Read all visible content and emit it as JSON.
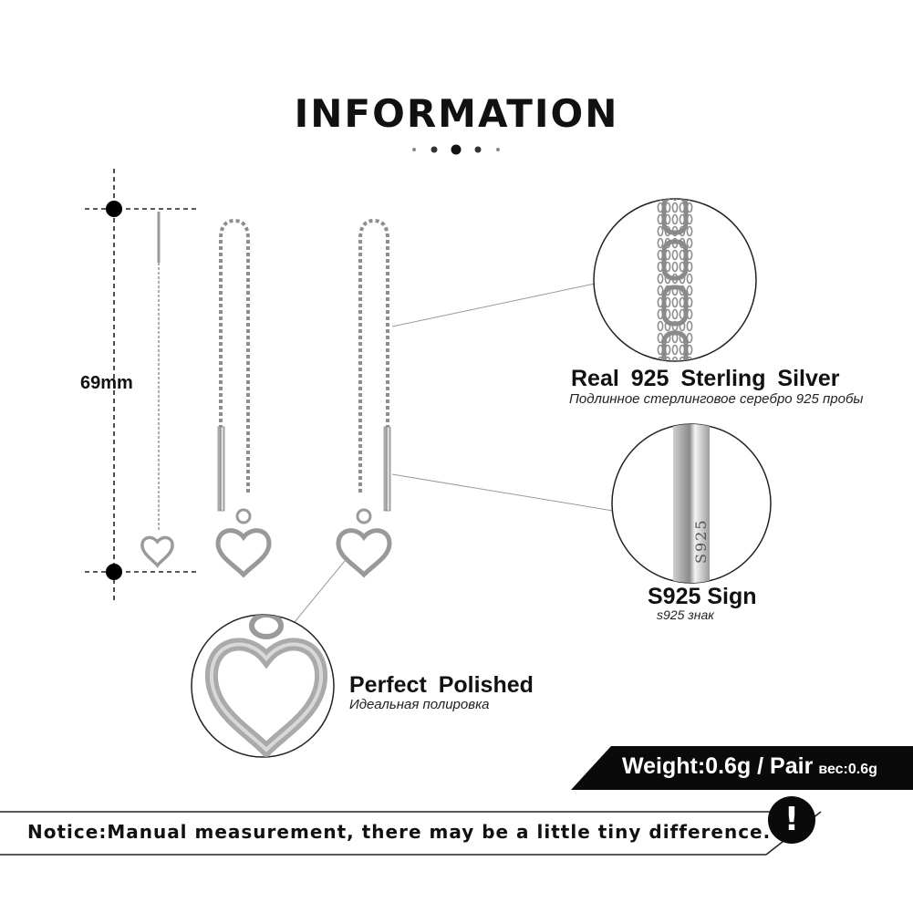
{
  "header": {
    "title": "INFORMATION"
  },
  "dimension": {
    "label": "69mm"
  },
  "features": [
    {
      "title": "Real 925  Sterling  Silver",
      "subtitle": "Подлинное стерлинговое серебро 925 пробы"
    },
    {
      "title": "S925 Sign",
      "subtitle": "s925 знак",
      "engraving": "S925"
    },
    {
      "title": "Perfect  Polished",
      "subtitle": "Идеальная полировка"
    }
  ],
  "weight": {
    "label": "Weight:0.6g / Pair",
    "sub": "вес:0.6g"
  },
  "notice": {
    "text": "Notice:Manual measurement, there may be a little tiny difference.",
    "icon": "exclamation-icon",
    "icon_glyph": "!"
  },
  "colors": {
    "text": "#111111",
    "banner": "#0a0a0a",
    "silver": "#9a9a9a"
  }
}
